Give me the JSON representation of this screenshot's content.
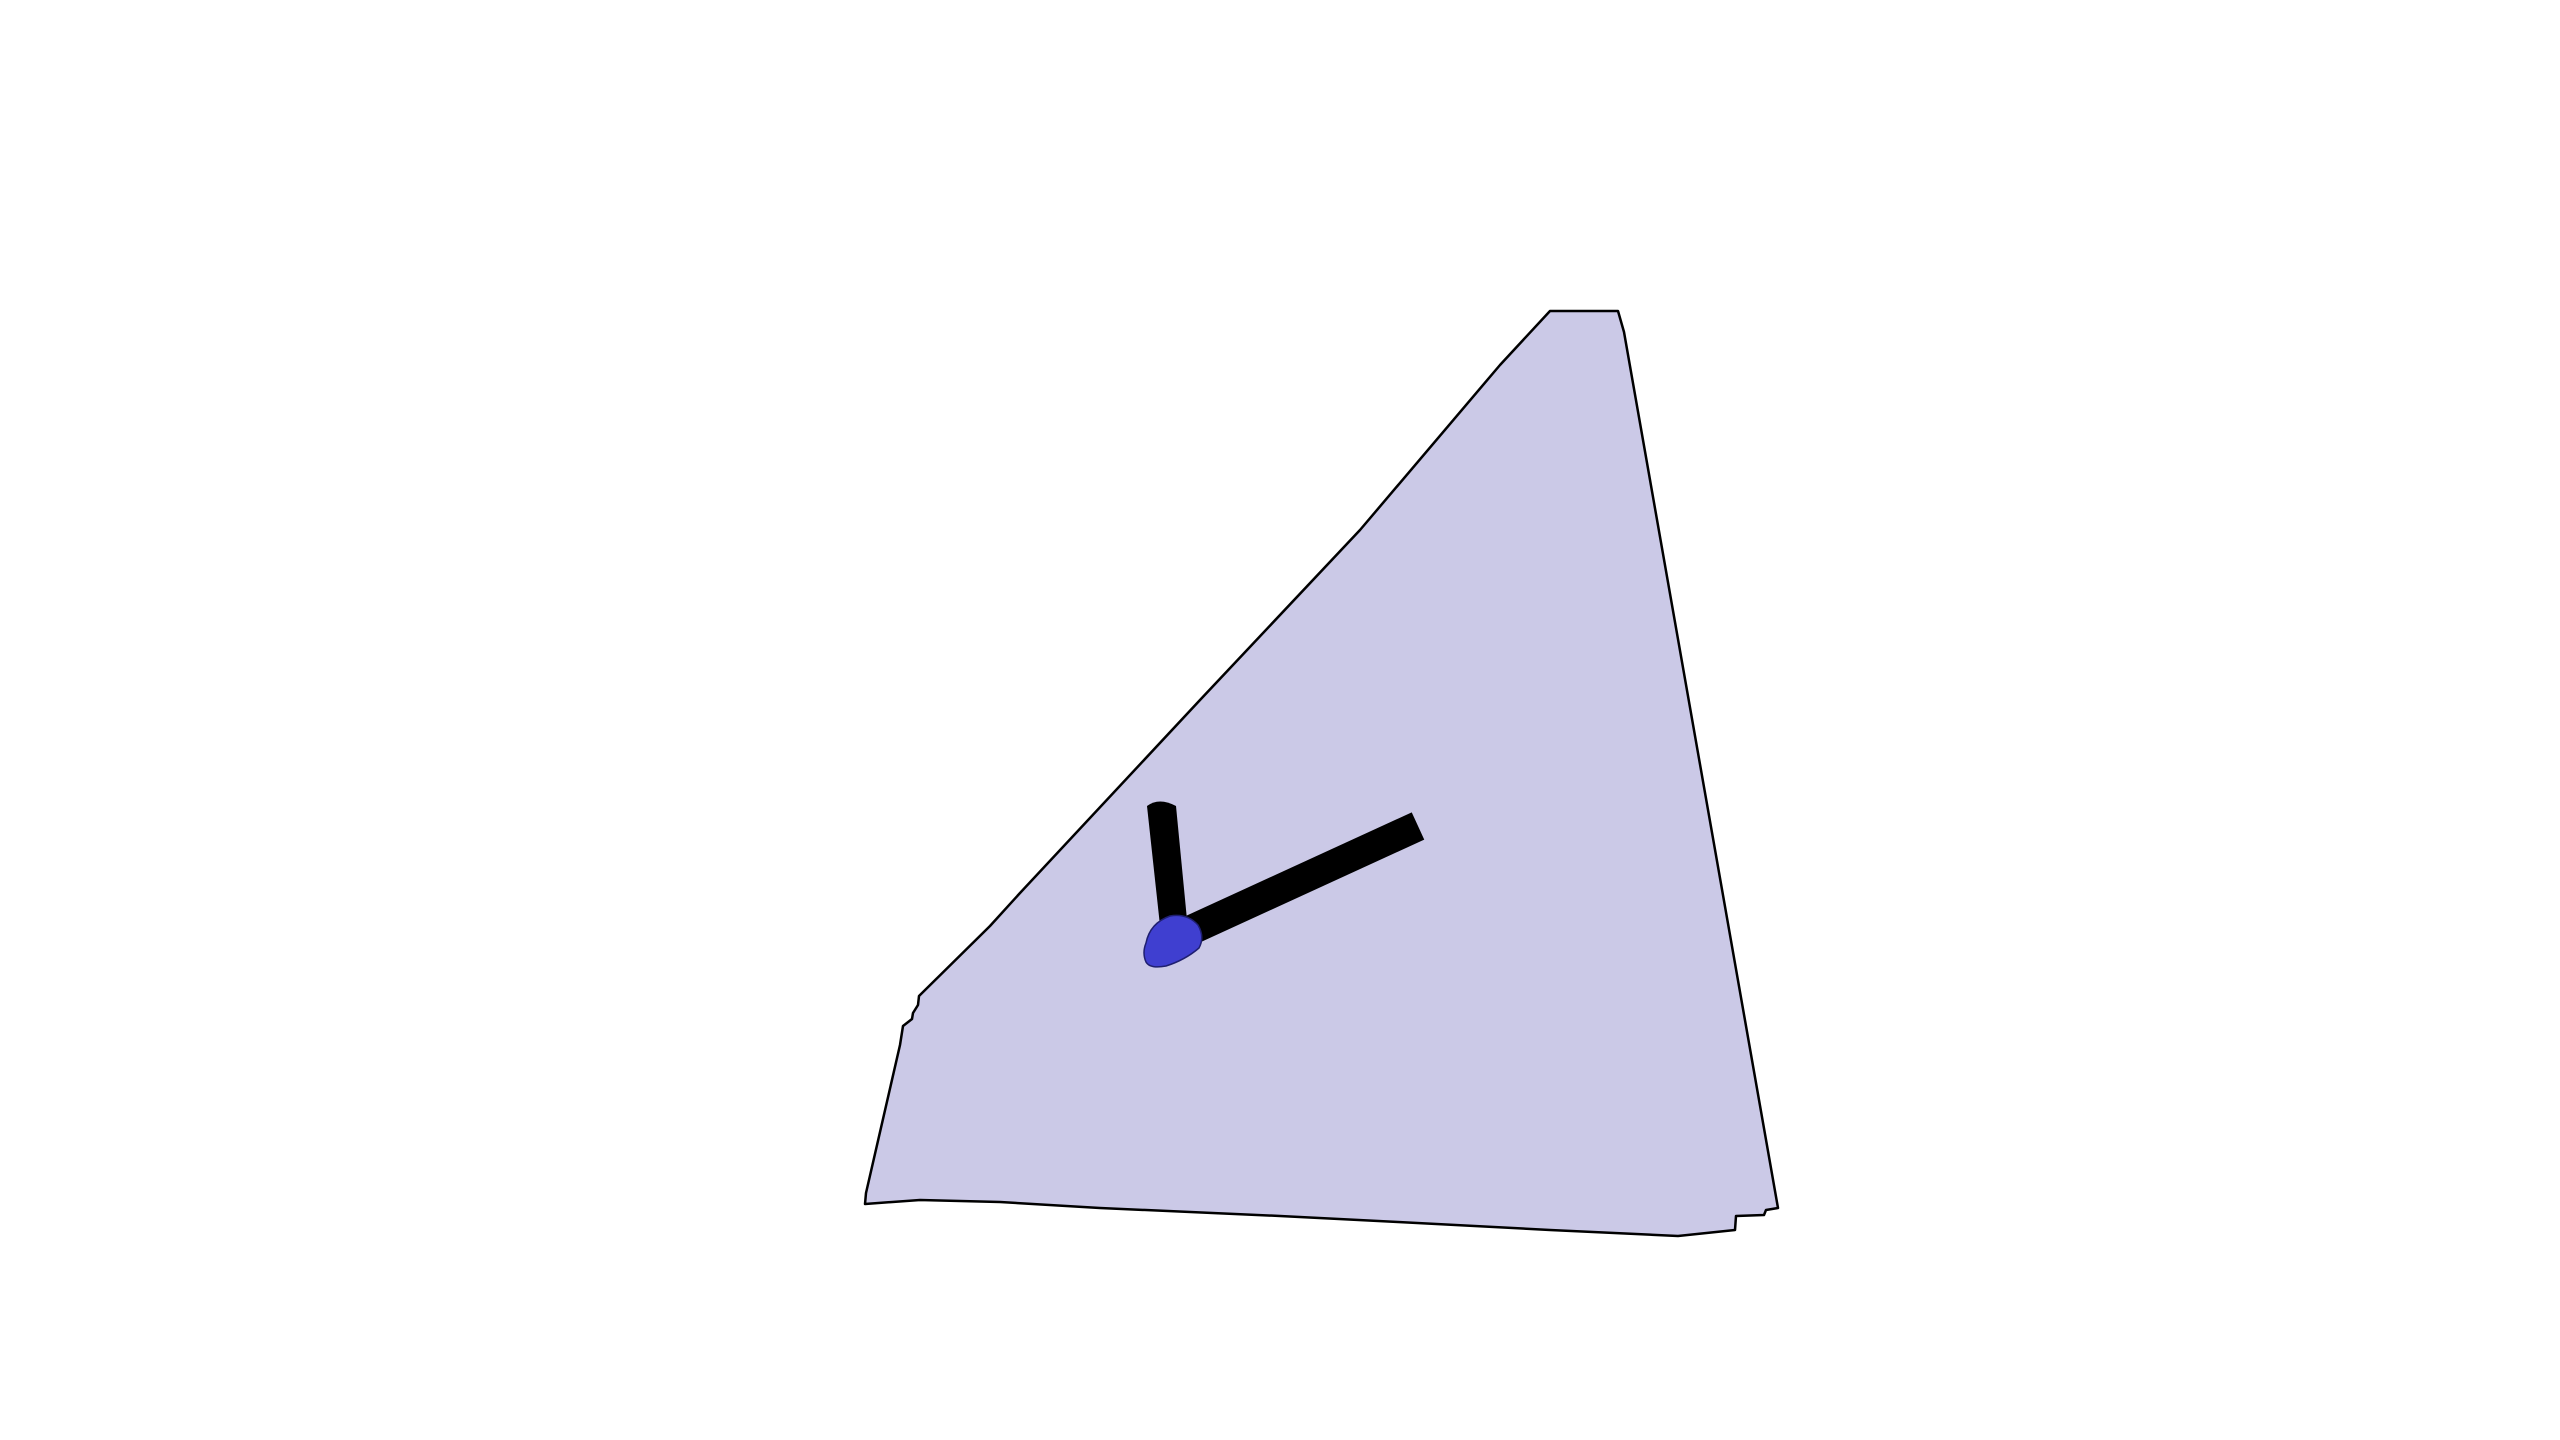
{
  "scene": {
    "background_color": "#ffffff",
    "shape_fill_color": "#cbc9e7",
    "outline_color": "#000000",
    "hand_color": "#000000",
    "hub_color": "#3f3fd0",
    "shape_icon": "clock-face-shape",
    "hour_hand_icon": "hour-hand",
    "minute_hand_icon": "minute-hand",
    "hub_icon": "center-pivot"
  }
}
